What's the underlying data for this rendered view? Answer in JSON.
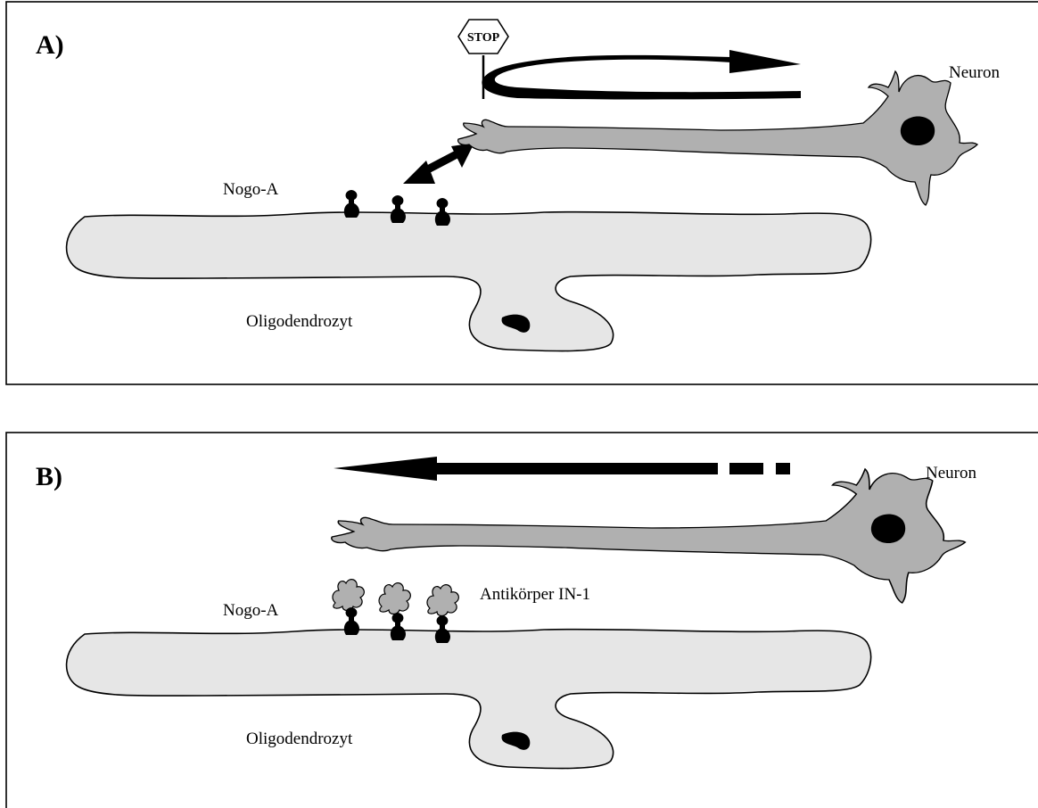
{
  "panels": {
    "a": {
      "label": "A)",
      "stop_sign": "STOP",
      "neuron": "Neuron",
      "nogo": "Nogo-A",
      "oligodendrocyte": "Oligodendrozyt"
    },
    "b": {
      "label": "B)",
      "neuron": "Neuron",
      "nogo": "Nogo-A",
      "antibody": "Antikörper IN-1",
      "oligodendrocyte": "Oligodendrozyt"
    }
  },
  "colors": {
    "cell_fill": "#e6e6e6",
    "neuron_fill": "#b0b0b0",
    "receptor": "#000000",
    "antibody_fill": "#b0b0b0"
  }
}
